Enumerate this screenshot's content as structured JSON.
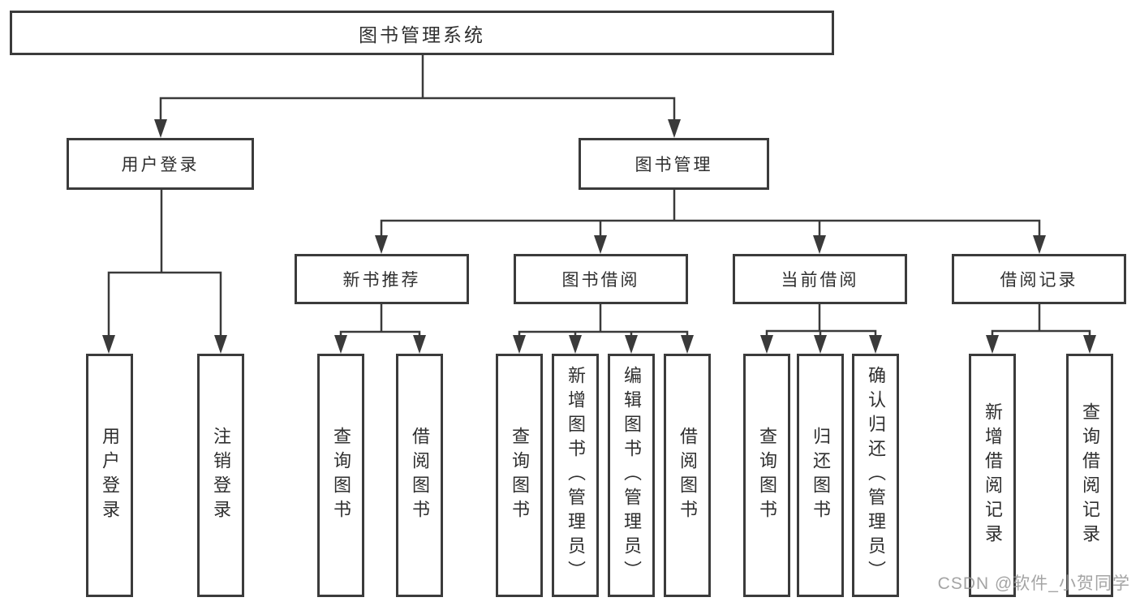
{
  "tree": {
    "root": {
      "label": "图书管理系统",
      "children": [
        {
          "label": "用户登录",
          "children": [
            {
              "label": "用户登录"
            },
            {
              "label": "注销登录"
            }
          ]
        },
        {
          "label": "图书管理",
          "children": [
            {
              "label": "新书推荐",
              "children": [
                {
                  "label": "查询图书"
                },
                {
                  "label": "借阅图书"
                }
              ]
            },
            {
              "label": "图书借阅",
              "children": [
                {
                  "label": "查询图书"
                },
                {
                  "label": "新增图书（管理员）"
                },
                {
                  "label": "编辑图书（管理员）"
                },
                {
                  "label": "借阅图书"
                }
              ]
            },
            {
              "label": "当前借阅",
              "children": [
                {
                  "label": "查询图书"
                },
                {
                  "label": "归还图书"
                },
                {
                  "label": "确认归还（管理员）"
                }
              ]
            },
            {
              "label": "借阅记录",
              "children": [
                {
                  "label": "新增借阅记录"
                },
                {
                  "label": "查询借阅记录"
                }
              ]
            }
          ]
        }
      ]
    }
  },
  "watermark": {
    "text": "CSDN @软件_小贺同学"
  },
  "colors": {
    "line": "#3a3a3a",
    "box_border": "#3b3b3b",
    "text": "#2f2f2f",
    "watermark": "#949494",
    "background": "#ffffff"
  }
}
